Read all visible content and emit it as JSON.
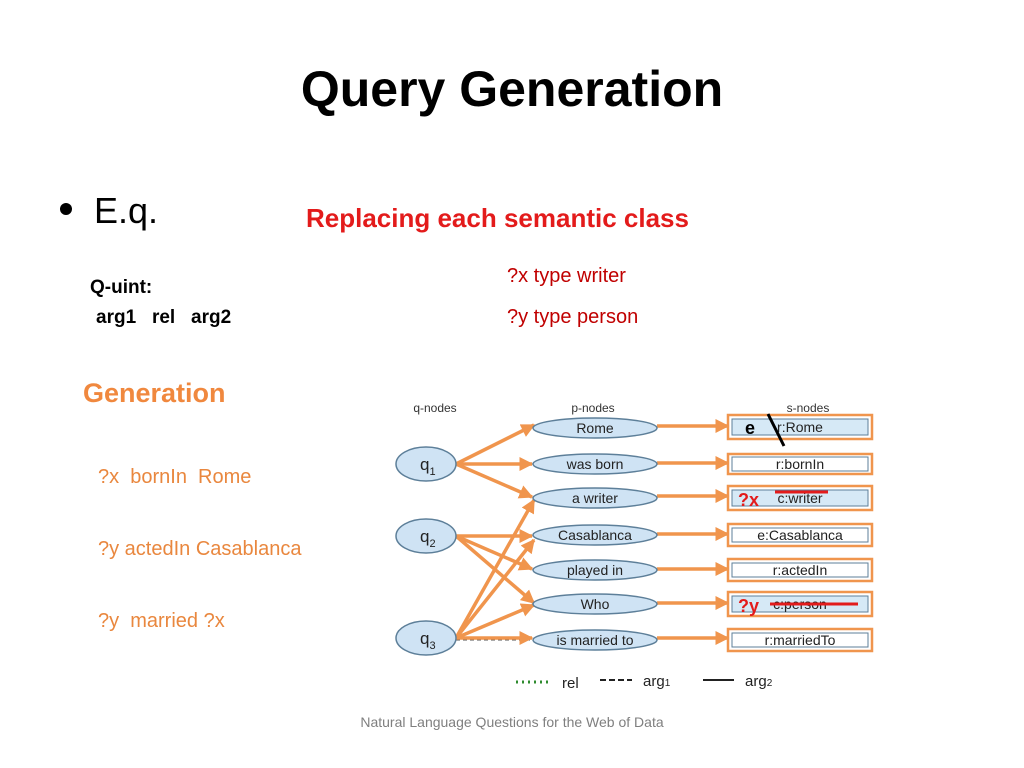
{
  "slide": {
    "title": "Query Generation",
    "bullet": "E.q.",
    "replacing_heading": "Replacing each semantic class",
    "replacements": [
      "?x type writer",
      "?y type person"
    ],
    "qunit_label": "Q-uint:",
    "qunit_fields": "arg1   rel   arg2",
    "generation_heading": "Generation",
    "generated_queries": [
      "?x  bornIn  Rome",
      "?y actedIn Casablanca",
      "?y  married ?x"
    ],
    "footer": "Natural Language Questions for the Web of Data"
  },
  "diagram": {
    "column_headers": {
      "q": "q-nodes",
      "p": "p-nodes",
      "s": "s-nodes"
    },
    "q_nodes": [
      {
        "base": "q",
        "sub": "1"
      },
      {
        "base": "q",
        "sub": "2"
      },
      {
        "base": "q",
        "sub": "3"
      }
    ],
    "p_nodes": [
      "Rome",
      "was born",
      "a writer",
      "Casablanca",
      "played in",
      "Who",
      "is married to"
    ],
    "s_nodes": [
      "r:Rome",
      "r:bornIn",
      "c:writer",
      "e:Casablanca",
      "r:actedIn",
      "c:person",
      "r:marriedTo"
    ],
    "annotations": {
      "e_label": "e",
      "x_var": "?x",
      "y_var": "?y"
    },
    "legend": {
      "rel": "rel",
      "arg1_base": "arg",
      "arg1_sub": "1",
      "arg2_base": "arg",
      "arg2_sub": "2"
    },
    "colors": {
      "node_fill": "#cfe3f4",
      "node_stroke": "#5d7f99",
      "arrow": "#f0954d",
      "highlight_box": "#f0954d",
      "red": "#e31b1b",
      "rel_legend": "#2e8b2e"
    }
  }
}
